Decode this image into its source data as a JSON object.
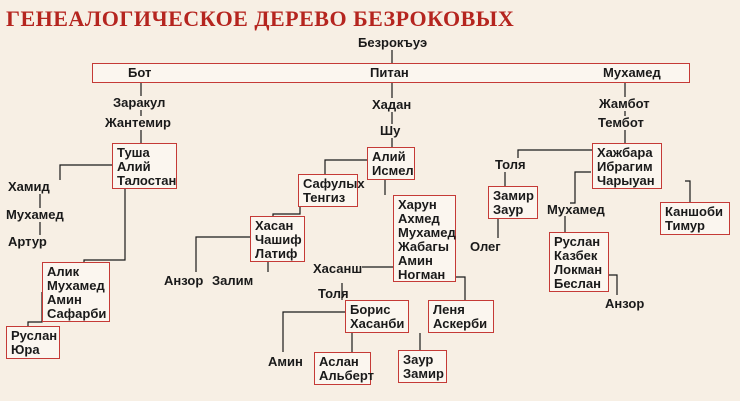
{
  "title": "ГЕНЕАЛОГИЧЕСКОЕ ДЕРЕВО БЕЗРОКОВЫХ",
  "root": "Безрокъуэ",
  "top": {
    "left": "Бот",
    "center": "Питан",
    "right": "Мухамед"
  },
  "left_line": [
    "Заракул",
    "Жантемир"
  ],
  "box_tusha": [
    "Туша",
    "Алий",
    "Талостан"
  ],
  "hamid_line": [
    "Хамид",
    "Мухамед",
    "Артур"
  ],
  "box_alik": [
    "Алик",
    "Мухамед",
    "Амин",
    "Сафарби"
  ],
  "box_ruslan_yura": [
    "Руслан",
    "Юра"
  ],
  "center_line": [
    "Хадан",
    "Шу"
  ],
  "box_aliy": [
    "Алий",
    "Исмел"
  ],
  "box_safulyh": [
    "Сафулых",
    "Тенгиз"
  ],
  "box_hasan": [
    "Хасан",
    "Чашиф",
    "Латиф"
  ],
  "anzor_left": "Анзор",
  "zalim": "Залим",
  "box_harun": [
    "Харун",
    "Ахмед",
    "Мухамед",
    "Жабагы",
    "Амин",
    "Ногман"
  ],
  "hasansh_line": [
    "Хасанш",
    "Толя"
  ],
  "box_boris": [
    "Борис",
    "Хасанби"
  ],
  "amin": "Амин",
  "box_aslan": [
    "Аслан",
    "Альберт"
  ],
  "box_lenya": [
    "Леня",
    "Аскерби"
  ],
  "box_zaur_zamir": [
    "Заур",
    "Замир"
  ],
  "right_line": [
    "Жамбот",
    "Тембот"
  ],
  "box_hazhbara": [
    "Хажбара",
    "Ибрагим",
    "Чарыуан"
  ],
  "tolya_right": "Толя",
  "box_zamir_zaur": [
    "Замир",
    "Заур"
  ],
  "oleg": "Олег",
  "muhamed_right": "Мухамед",
  "box_ruslan_kazbek": [
    "Руслан",
    "Казбек",
    "Локман",
    "Беслан"
  ],
  "anzor_right": "Анзор",
  "box_kanshobi": [
    "Каншоби",
    "Тимур"
  ]
}
